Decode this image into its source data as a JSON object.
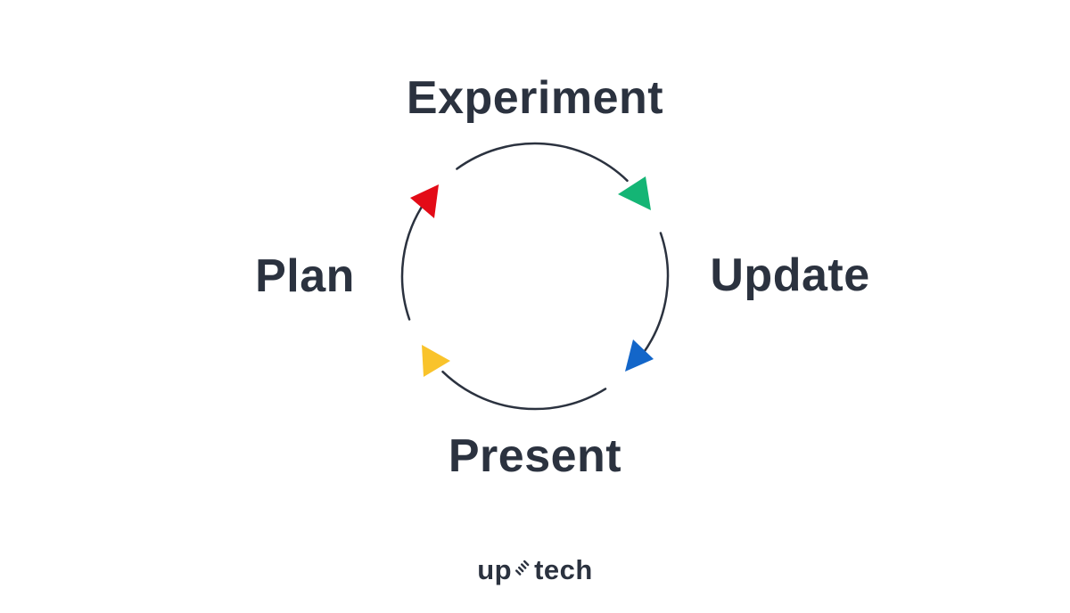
{
  "diagram": {
    "type": "cycle",
    "flow": "clockwise",
    "steps": [
      {
        "label": "Experiment",
        "position": "top"
      },
      {
        "label": "Update",
        "position": "right"
      },
      {
        "label": "Present",
        "position": "bottom"
      },
      {
        "label": "Plan",
        "position": "left"
      }
    ],
    "arc_color": "#2b323f",
    "arrows": [
      {
        "name": "arrowhead-top-right",
        "color": "#14b575"
      },
      {
        "name": "arrowhead-bottom-right",
        "color": "#1366c9"
      },
      {
        "name": "arrowhead-bottom-left",
        "color": "#f9c32b"
      },
      {
        "name": "arrowhead-top-left",
        "color": "#e30b17"
      }
    ]
  },
  "footer": {
    "logo": {
      "text_left": "up",
      "glyph": "springboard-icon",
      "text_right": "tech"
    }
  },
  "colors": {
    "background": "#ffffff",
    "text": "#2b323f"
  }
}
